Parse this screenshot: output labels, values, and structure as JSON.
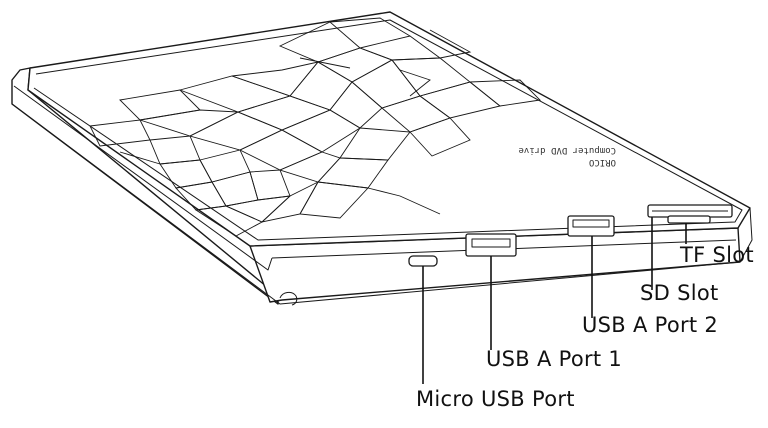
{
  "labels": {
    "tf_slot": "TF Slot",
    "sd_slot": "SD Slot",
    "usb_a_port_2": "USB A Port 2",
    "usb_a_port_1": "USB A Port 1",
    "micro_usb_port": "Micro USB Port"
  },
  "logo": {
    "brand": "ORICO",
    "line1": "Computer DVD drive"
  }
}
